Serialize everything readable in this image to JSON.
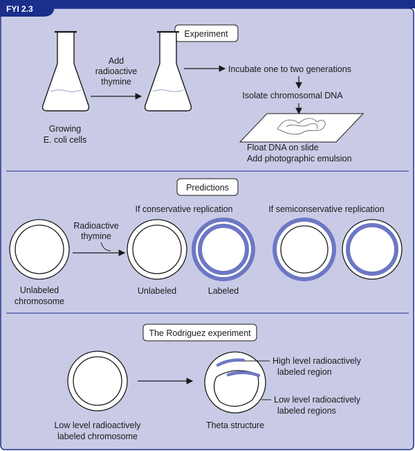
{
  "figure_tag": "FYI 2.3",
  "colors": {
    "panel": "#c9cbe6",
    "accent": "#1a2f8a",
    "label_ring": "#6d77c4",
    "line": "#1a1a1a"
  },
  "experiment": {
    "title": "Experiment",
    "add_line1": "Add",
    "add_line2": "radioactive",
    "add_line3": "thymine",
    "flask_label1": "Growing",
    "flask_label2": "E. coli cells",
    "step1": "Incubate one to two generations",
    "step2": "Isolate chromosomal DNA",
    "step3": "Float DNA on slide",
    "step4": "Add photographic emulsion"
  },
  "predictions": {
    "title": "Predictions",
    "conservative_heading": "If conservative replication",
    "semiconservative_heading": "If semiconservative replication",
    "arrow_label1": "Radioactive",
    "arrow_label2": "thymine",
    "unlabeled_chrom1": "Unlabeled",
    "unlabeled_chrom2": "chromosome",
    "unlabeled": "Unlabeled",
    "labeled": "Labeled"
  },
  "rodriguez": {
    "title": "The Rodriguez experiment",
    "low_label1": "Low level radioactively",
    "low_label2": "labeled chromosome",
    "theta": "Theta structure",
    "high_region1": "High level radioactively",
    "high_region2": "labeled region",
    "low_region1": "Low level radioactively",
    "low_region2": "labeled regions"
  }
}
